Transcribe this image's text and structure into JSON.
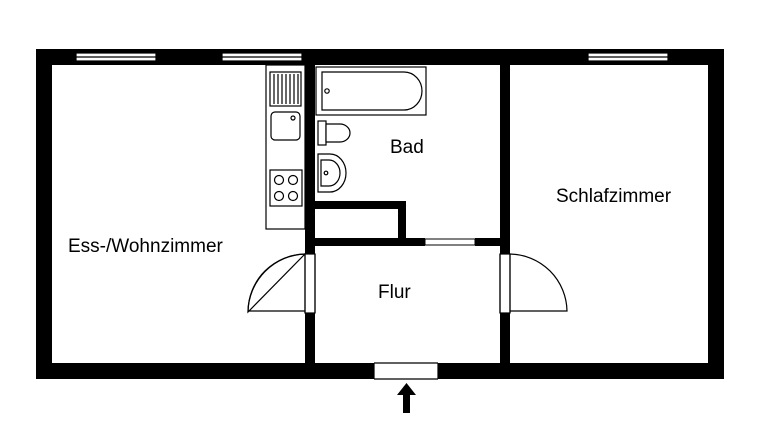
{
  "rooms": {
    "living": "Ess-/Wohnzimmer",
    "bath": "Bad",
    "bedroom": "Schlafzimmer",
    "hall": "Flur"
  },
  "icons": {
    "entrance": "arrow-up-icon",
    "kitchen_sink": "sink-icon",
    "stove": "stove-icon",
    "bathtub": "bathtub-icon",
    "toilet": "toilet-icon",
    "washbasin": "washbasin-icon"
  },
  "colors": {
    "wall": "#000000",
    "background": "#ffffff"
  }
}
